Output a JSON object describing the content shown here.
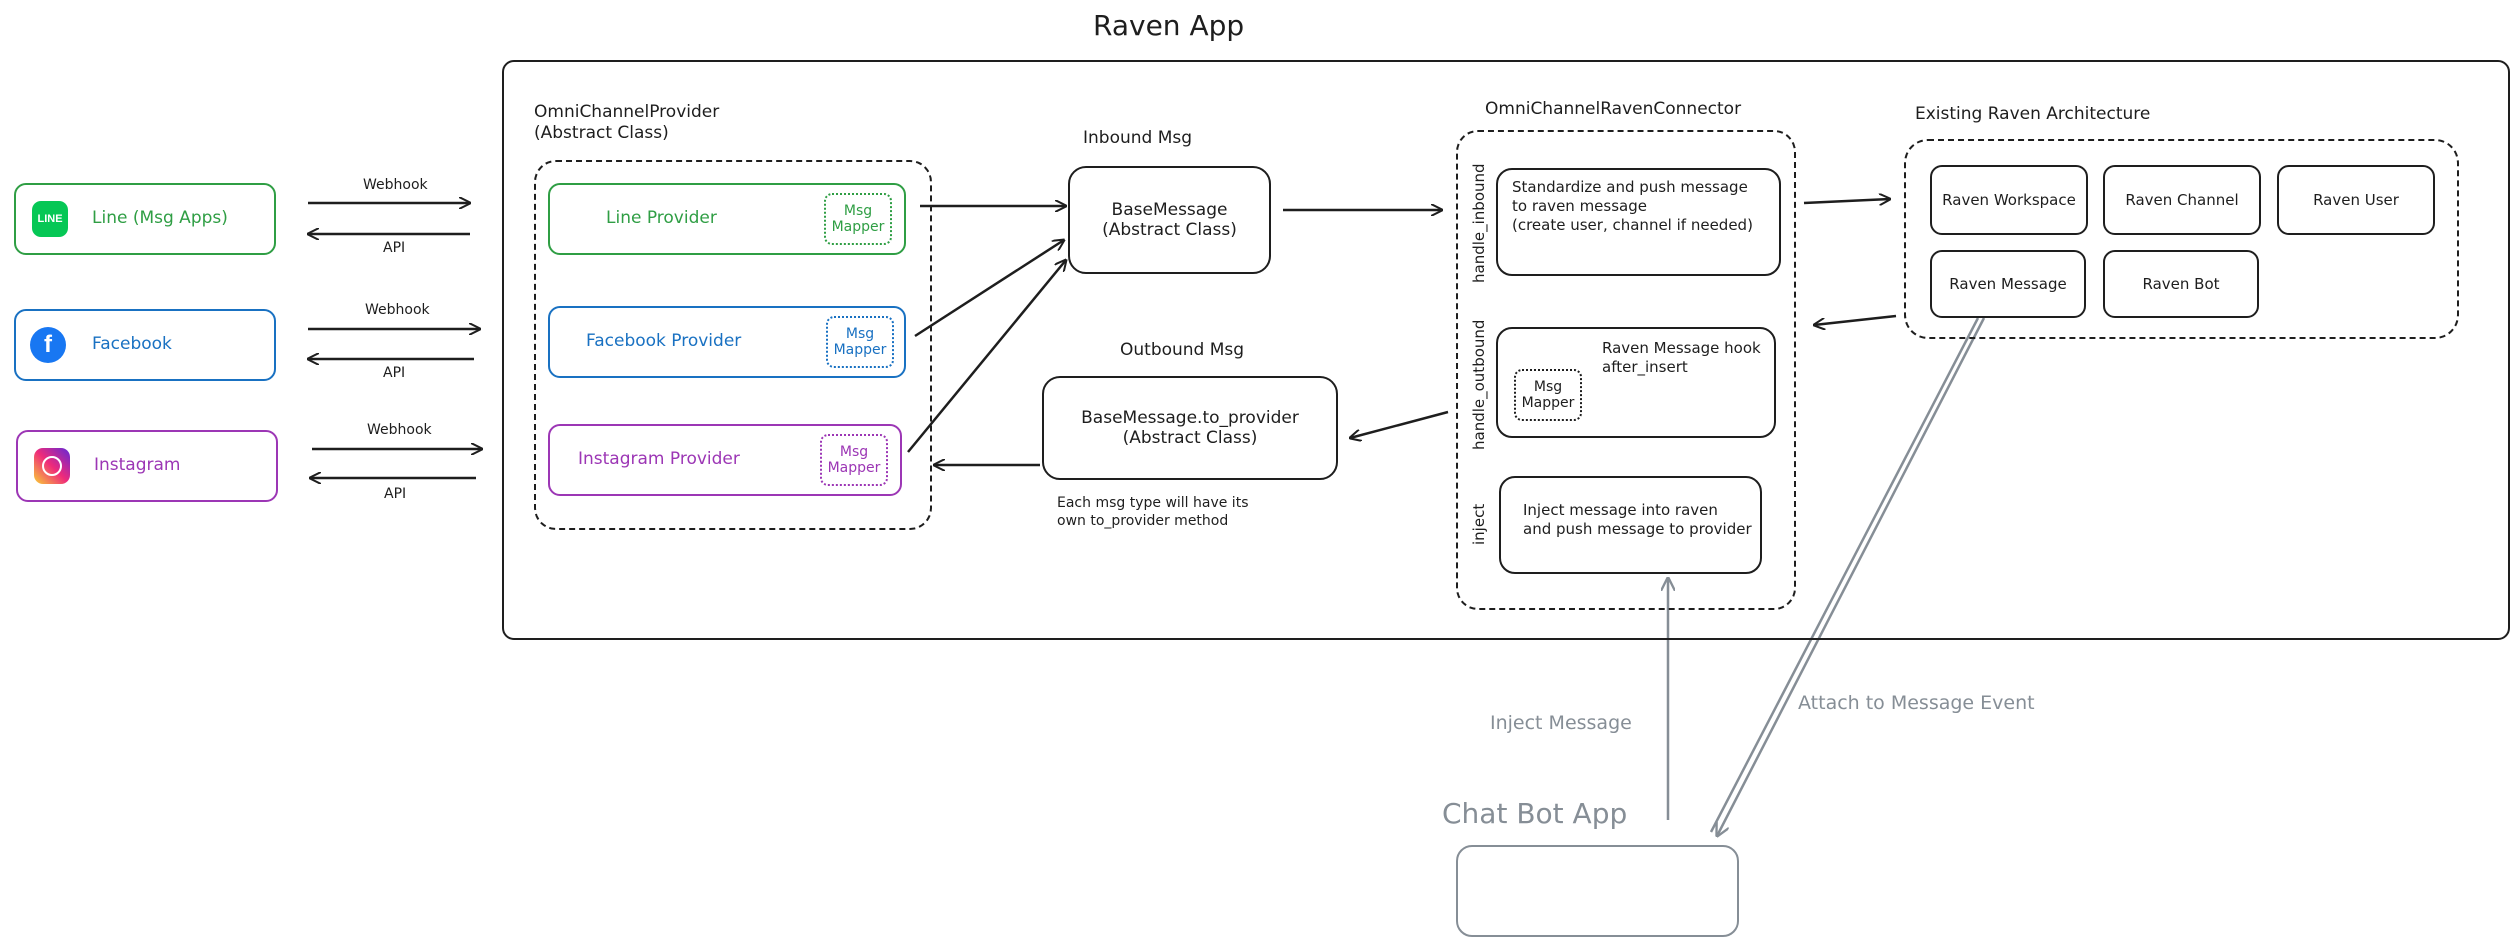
{
  "title": "Raven App",
  "colors": {
    "stroke": "#1e1e1e",
    "line": "#2f9e44",
    "facebook": "#1971c2",
    "instagram": "#9c36b5",
    "chatbot": "#868e96"
  },
  "channels": [
    {
      "label": "Line (Msg Apps)",
      "icon": "line-app-icon",
      "webhook": "Webhook",
      "api": "API"
    },
    {
      "label": "Facebook",
      "icon": "facebook-icon",
      "webhook": "Webhook",
      "api": "API"
    },
    {
      "label": "Instagram",
      "icon": "instagram-icon",
      "webhook": "Webhook",
      "api": "API"
    }
  ],
  "provider_group": {
    "label": "OmniChannelProvider\n(Abstract Class)",
    "providers": [
      {
        "label": "Line Provider",
        "mapper": "Msg\nMapper"
      },
      {
        "label": "Facebook Provider",
        "mapper": "Msg\nMapper"
      },
      {
        "label": "Instagram Provider",
        "mapper": "Msg\nMapper"
      }
    ]
  },
  "inbound": {
    "heading": "Inbound Msg",
    "box": "BaseMessage\n(Abstract Class)"
  },
  "outbound": {
    "heading": "Outbound Msg",
    "box": "BaseMessage.to_provider\n(Abstract Class)",
    "note": "Each msg type will have its\nown to_provider method"
  },
  "connector": {
    "label": "OmniChannelRavenConnector",
    "handle_inbound": {
      "side": "handle_inbound",
      "text": "Standardize and push message\nto raven message\n(create user, channel if needed)"
    },
    "handle_outbound": {
      "side": "handle_outbound",
      "text": "Raven Message hook\nafter_insert",
      "mapper": "Msg\nMapper"
    },
    "inject": {
      "side": "inject",
      "text": "Inject message into raven\nand push message to provider"
    }
  },
  "architecture": {
    "label": "Existing Raven Architecture",
    "items": [
      "Raven Workspace",
      "Raven Channel",
      "Raven User",
      "Raven Message",
      "Raven Bot"
    ]
  },
  "chatbot": {
    "label": "Chat Bot App",
    "inject_edge": "Inject Message",
    "attach_edge": "Attach to Message Event"
  }
}
